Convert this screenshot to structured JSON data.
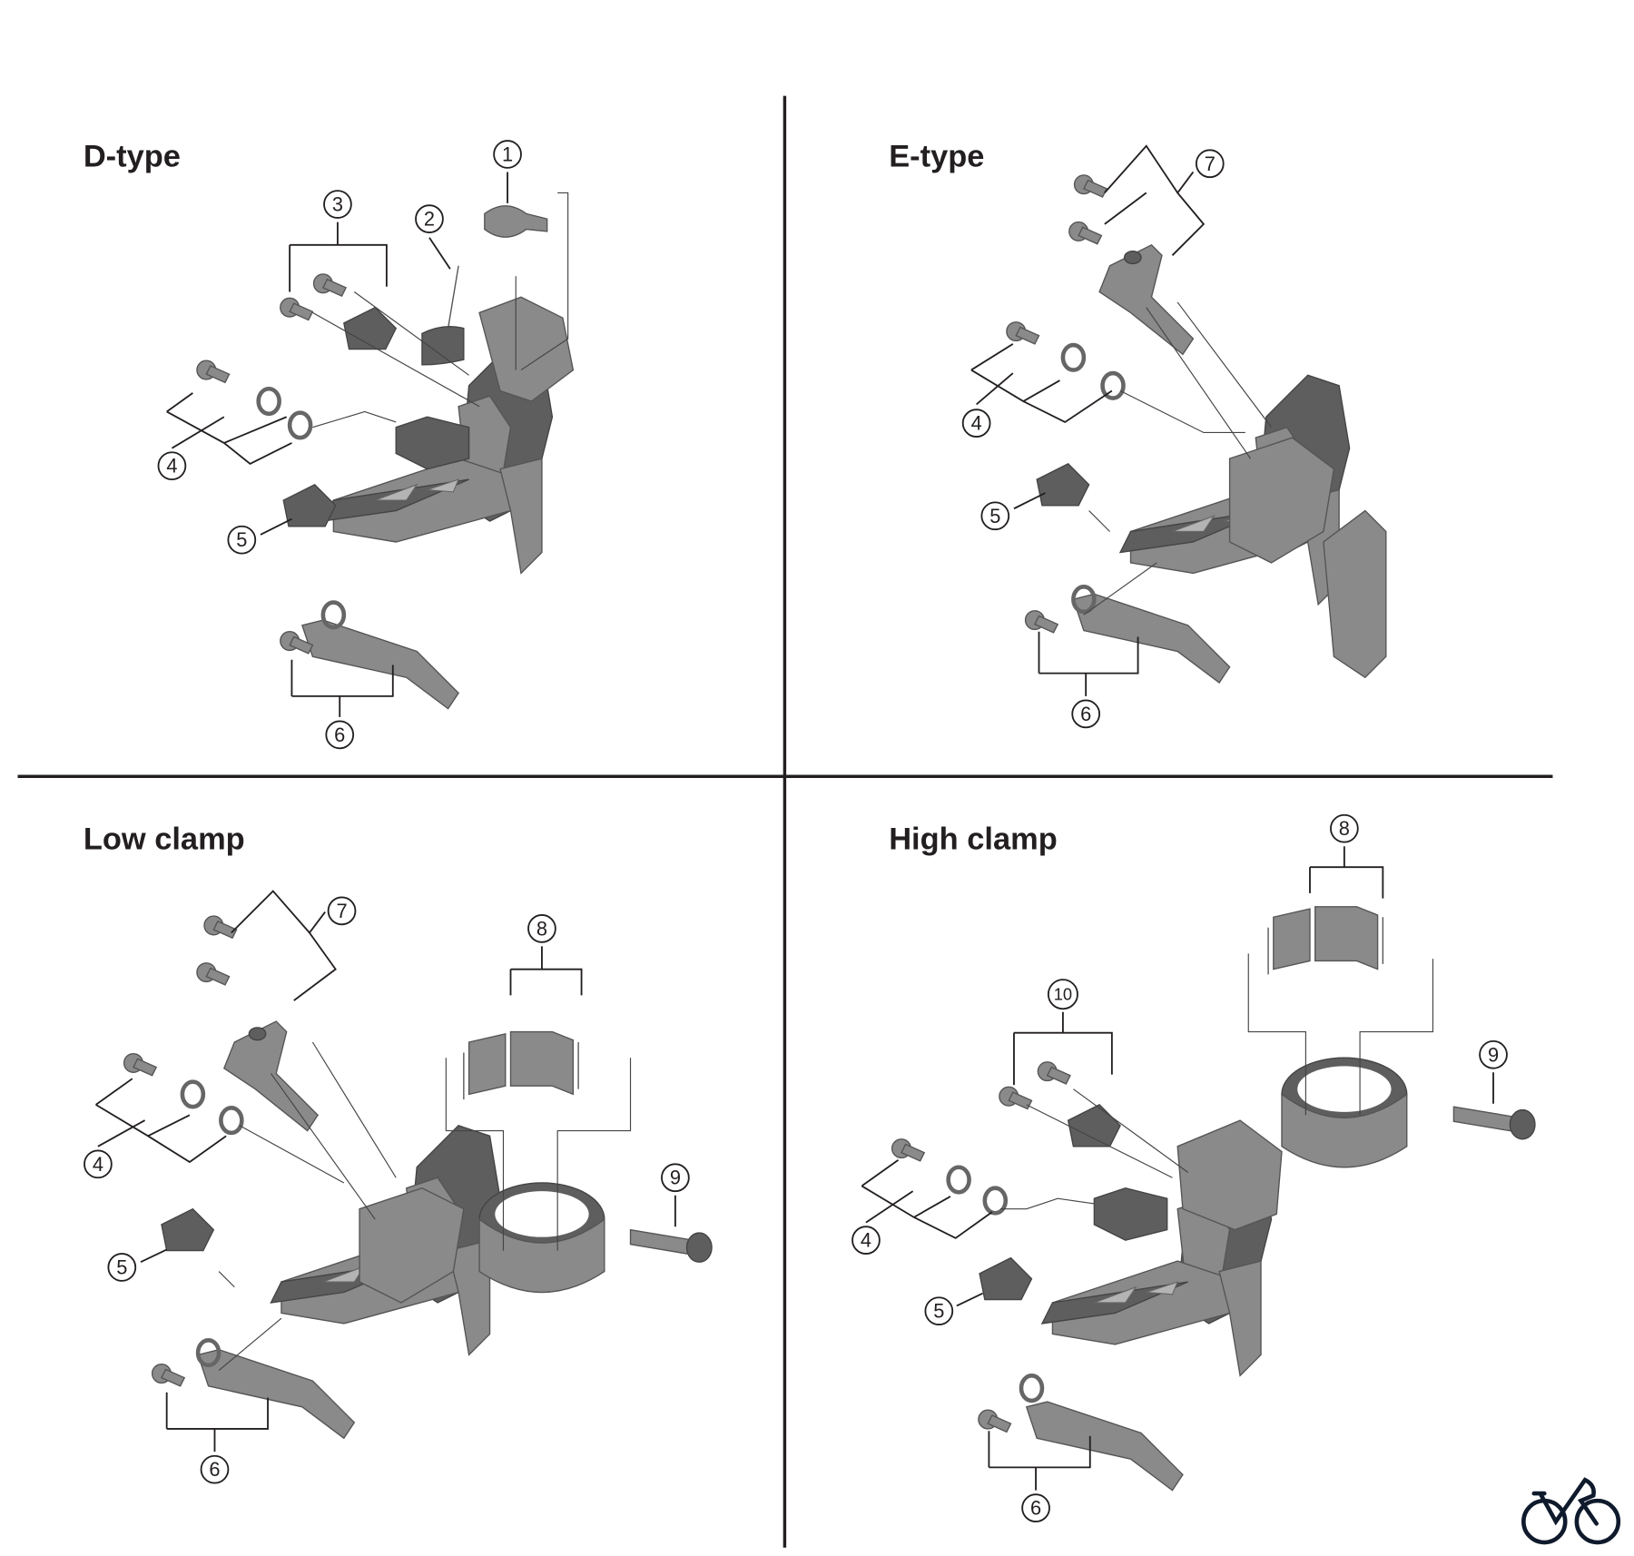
{
  "panels": {
    "d_type": {
      "title": "D-type",
      "callouts": [
        "1",
        "2",
        "3",
        "4",
        "5",
        "6"
      ]
    },
    "e_type": {
      "title": "E-type",
      "callouts": [
        "7",
        "4",
        "5",
        "6"
      ]
    },
    "low_clamp": {
      "title": "Low clamp",
      "callouts": [
        "7",
        "8",
        "4",
        "5",
        "9",
        "6"
      ]
    },
    "high_clamp": {
      "title": "High clamp",
      "callouts": [
        "8",
        "10",
        "9",
        "4",
        "5",
        "6"
      ]
    }
  },
  "colors": {
    "line": "#231f20",
    "part": "#8a8a8a",
    "logo": "#0f1a2c"
  }
}
